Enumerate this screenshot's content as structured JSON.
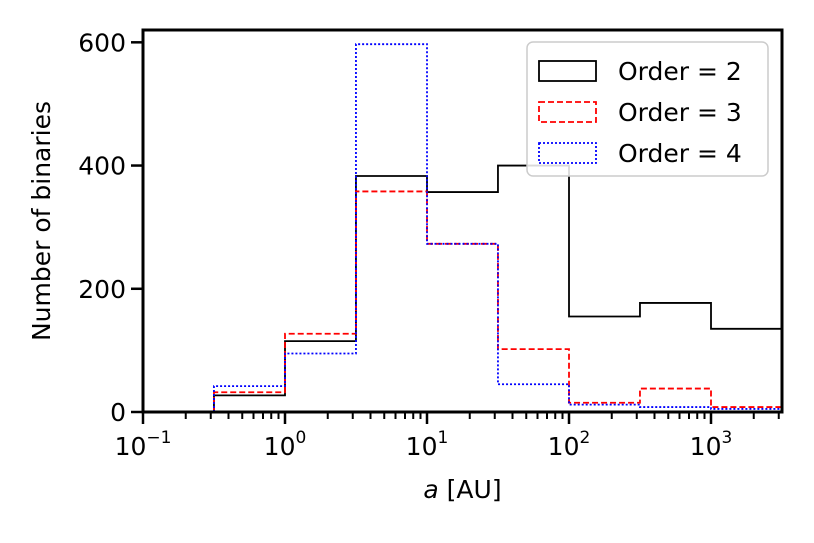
{
  "chart_data": {
    "type": "step-histogram",
    "xscale": "log",
    "xlim": [
      0.1,
      3162
    ],
    "ylim": [
      0,
      620
    ],
    "xlabel_italic": "a",
    "xlabel_rest": " [AU]",
    "ylabel": "Number of binaries",
    "legend_position": "top-right",
    "grid": false,
    "bin_edges": [
      0.316,
      1,
      3.16,
      10,
      31.6,
      100,
      316,
      1000,
      3162
    ],
    "x_ticks": [
      {
        "value": 0.1,
        "base": "10",
        "exp": "−1"
      },
      {
        "value": 1,
        "base": "10",
        "exp": "0"
      },
      {
        "value": 10,
        "base": "10",
        "exp": "1"
      },
      {
        "value": 100,
        "base": "10",
        "exp": "2"
      },
      {
        "value": 1000,
        "base": "10",
        "exp": "3"
      }
    ],
    "y_ticks": [
      {
        "value": 0,
        "label": "0"
      },
      {
        "value": 200,
        "label": "200"
      },
      {
        "value": 400,
        "label": "400"
      },
      {
        "value": 600,
        "label": "600"
      }
    ],
    "series": [
      {
        "name": "Order = 2",
        "color": "#000000",
        "dash": "",
        "values": [
          27,
          115,
          383,
          357,
          400,
          155,
          177,
          135
        ]
      },
      {
        "name": "Order = 3",
        "color": "#ff0000",
        "dash": "6,3",
        "values": [
          32,
          127,
          358,
          273,
          102,
          15,
          38,
          8
        ]
      },
      {
        "name": "Order = 4",
        "color": "#0000ff",
        "dash": "2,2",
        "values": [
          42,
          95,
          597,
          273,
          45,
          12,
          8,
          5
        ]
      }
    ]
  }
}
